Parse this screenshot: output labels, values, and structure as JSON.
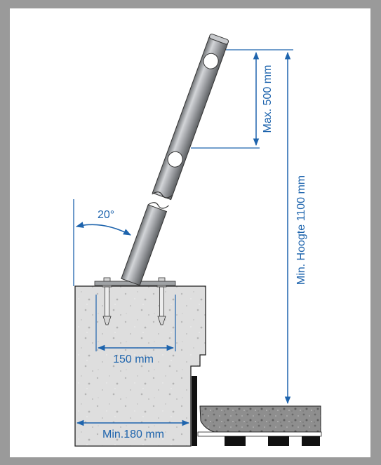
{
  "colors": {
    "dimension": "#1e64ad",
    "frame": "#9a9a9a",
    "concrete": "#dcdcdc",
    "stone": "#8c8c8c",
    "post": "#a8aaad"
  },
  "labels": {
    "angle": "20°",
    "bolt_spacing": "150 mm",
    "max_hole_spacing": "Max. 500 mm",
    "min_height": "Min. Hoogte 1100 mm",
    "min_width": "Min.180 mm"
  }
}
